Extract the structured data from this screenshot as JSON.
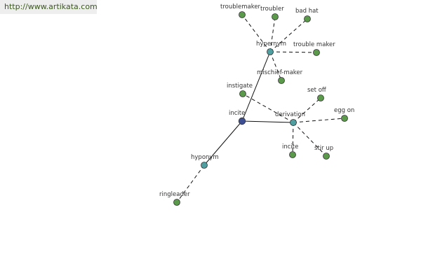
{
  "banner": {
    "text": "http://www.artikata.com"
  },
  "colors": {
    "leaf": "#5a9a4a",
    "relation": "#4f9ea0",
    "root": "#3d4e92"
  },
  "graph": {
    "root": {
      "id": "incite_root",
      "label": "incite"
    },
    "relations": [
      {
        "id": "hypernym",
        "label": "hypernym"
      },
      {
        "id": "derivation",
        "label": "derivation"
      },
      {
        "id": "hyponym",
        "label": "hyponym"
      }
    ],
    "leaves": [
      {
        "id": "troublemaker",
        "label": "troublemaker",
        "parent": "hypernym"
      },
      {
        "id": "troubler",
        "label": "troubler",
        "parent": "hypernym"
      },
      {
        "id": "bad_hat",
        "label": "bad hat",
        "parent": "hypernym"
      },
      {
        "id": "trouble_maker",
        "label": "trouble maker",
        "parent": "hypernym"
      },
      {
        "id": "mischief_maker",
        "label": "mischief-maker",
        "parent": "hypernym"
      },
      {
        "id": "instigate",
        "label": "instigate",
        "parent": "derivation"
      },
      {
        "id": "set_off",
        "label": "set off",
        "parent": "derivation"
      },
      {
        "id": "egg_on",
        "label": "egg on",
        "parent": "derivation"
      },
      {
        "id": "incite_leaf",
        "label": "incite",
        "parent": "derivation"
      },
      {
        "id": "stir_up",
        "label": "stir up",
        "parent": "derivation"
      },
      {
        "id": "ringleader",
        "label": "ringleader",
        "parent": "hyponym"
      }
    ]
  }
}
